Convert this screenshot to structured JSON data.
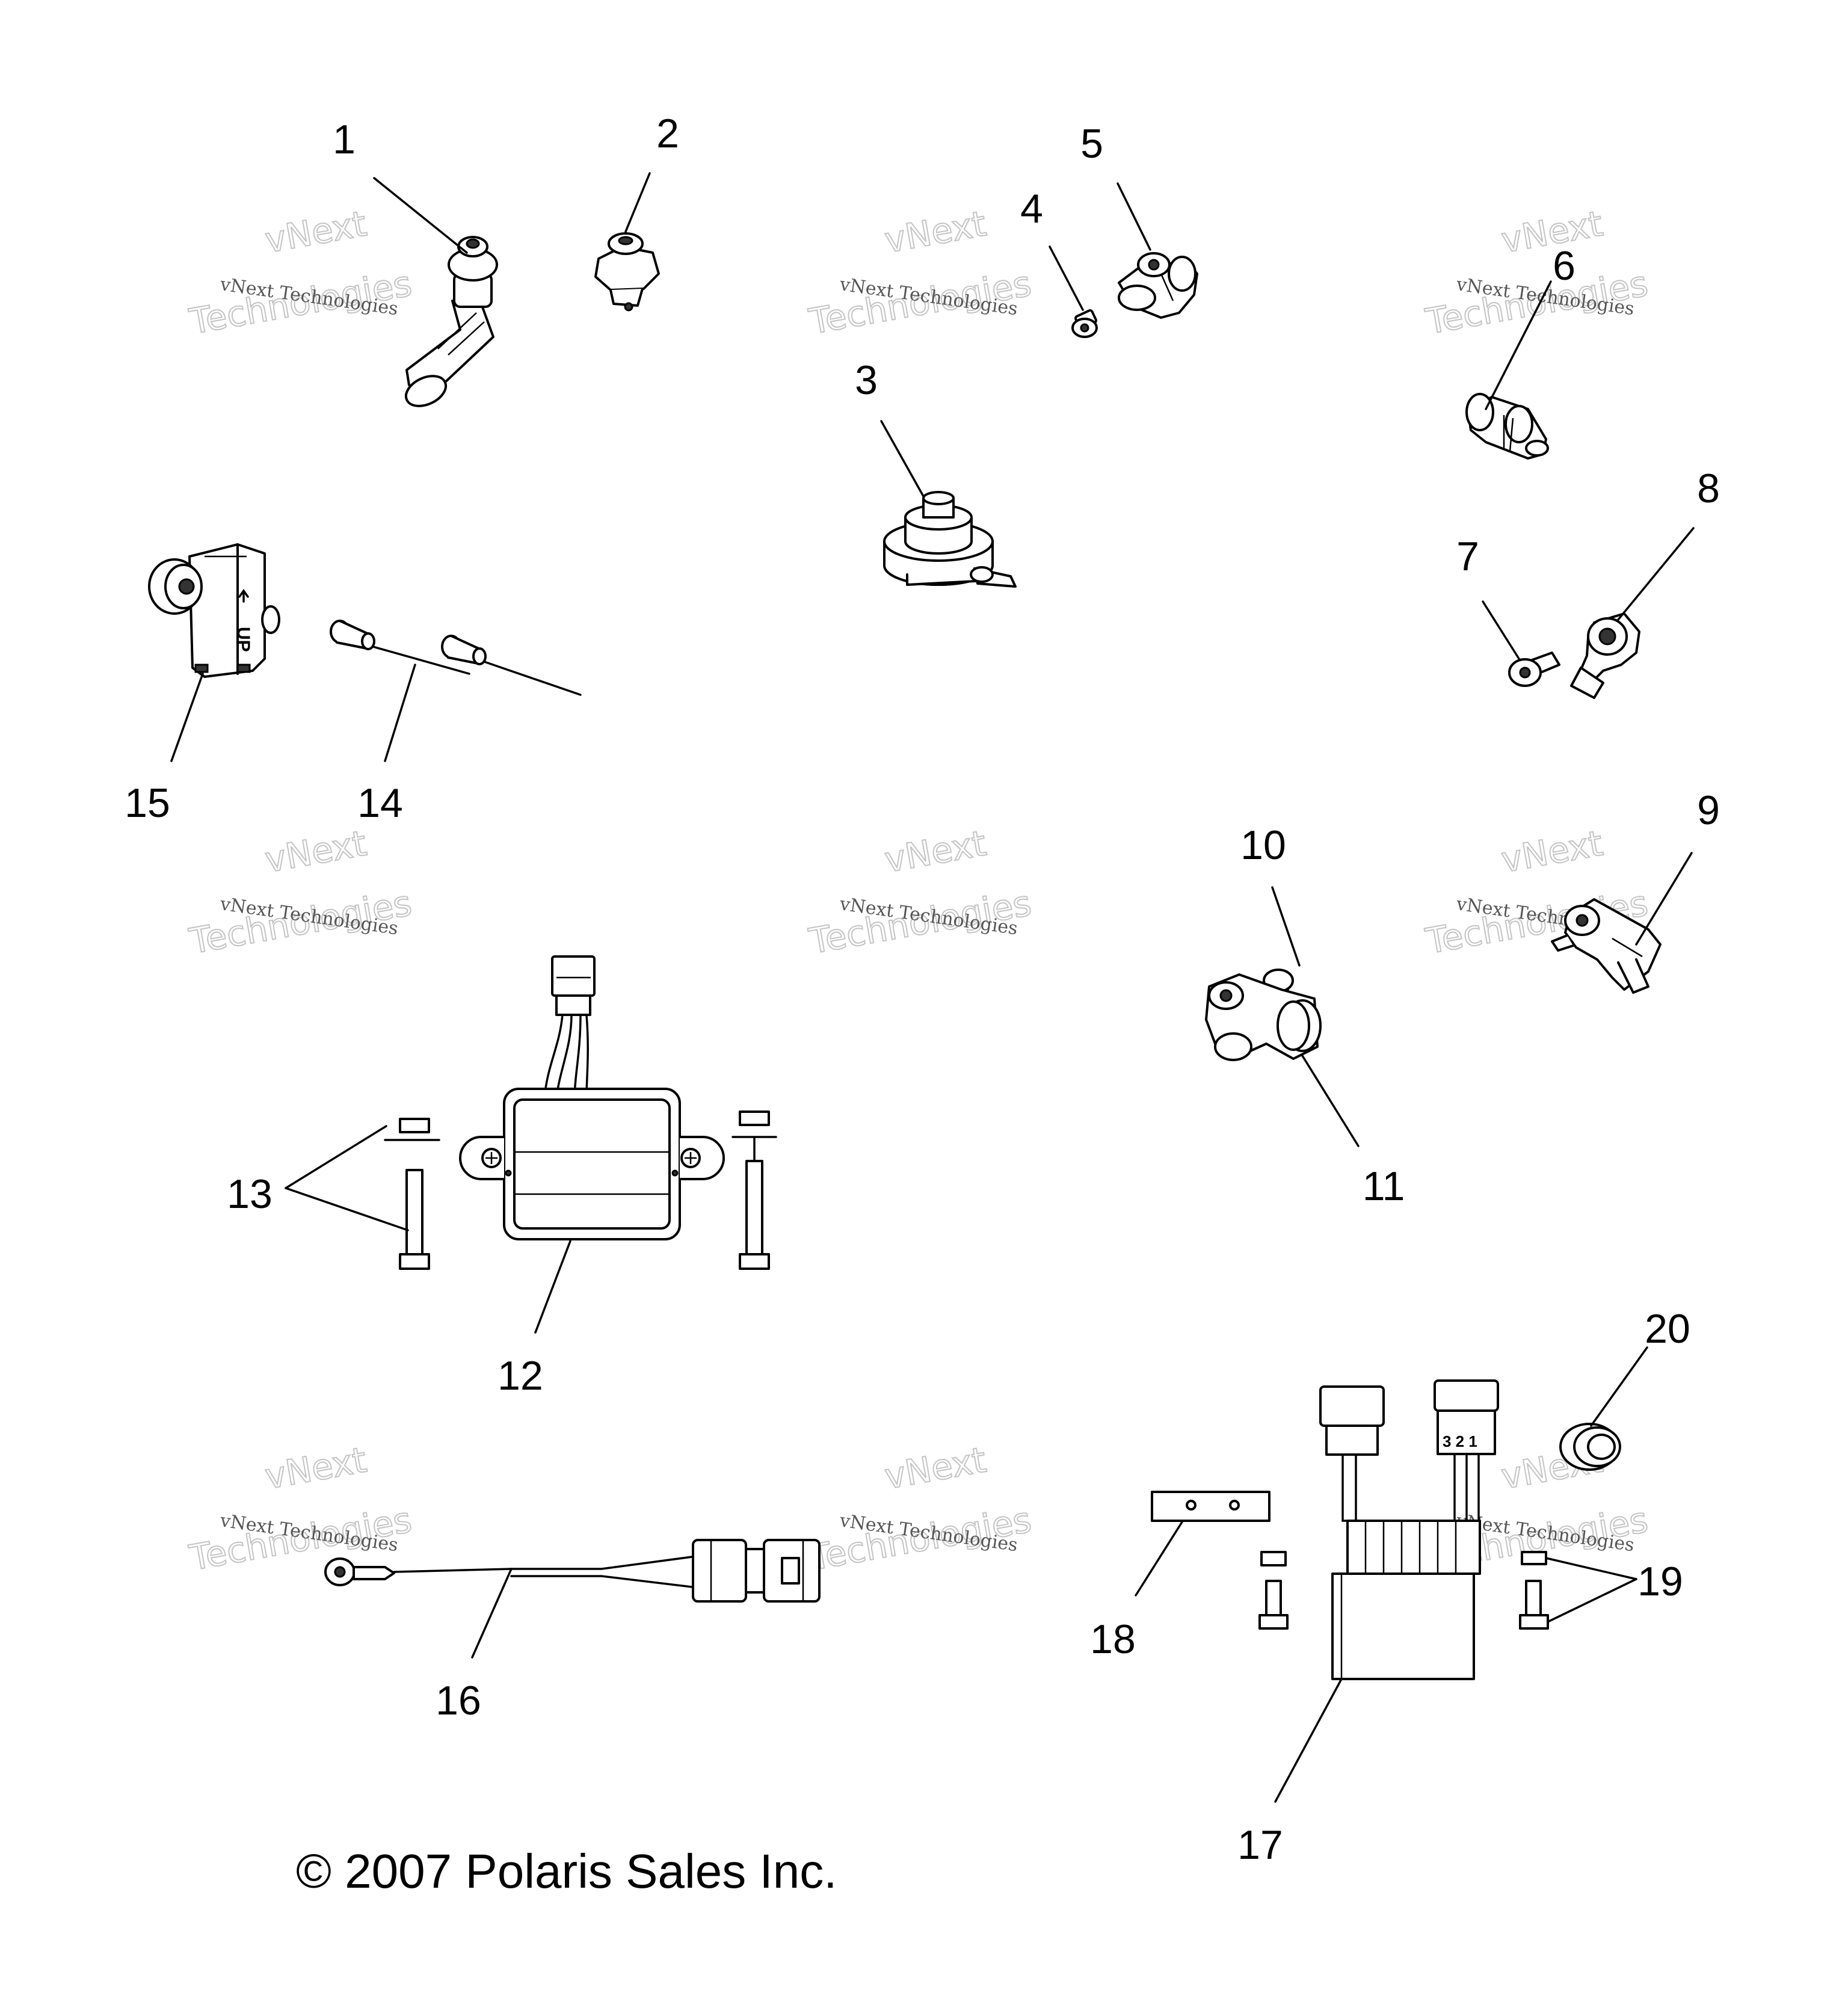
{
  "diagram": {
    "callouts": [
      {
        "id": "c1",
        "label": "1"
      },
      {
        "id": "c2",
        "label": "2"
      },
      {
        "id": "c3",
        "label": "3"
      },
      {
        "id": "c4",
        "label": "4"
      },
      {
        "id": "c5",
        "label": "5"
      },
      {
        "id": "c6",
        "label": "6"
      },
      {
        "id": "c7",
        "label": "7"
      },
      {
        "id": "c8",
        "label": "8"
      },
      {
        "id": "c9",
        "label": "9"
      },
      {
        "id": "c10",
        "label": "10"
      },
      {
        "id": "c11",
        "label": "11"
      },
      {
        "id": "c12",
        "label": "12"
      },
      {
        "id": "c13",
        "label": "13"
      },
      {
        "id": "c14",
        "label": "14"
      },
      {
        "id": "c15",
        "label": "15"
      },
      {
        "id": "c16",
        "label": "16"
      },
      {
        "id": "c17",
        "label": "17"
      },
      {
        "id": "c18",
        "label": "18"
      },
      {
        "id": "c19",
        "label": "19"
      },
      {
        "id": "c20",
        "label": "20"
      }
    ],
    "part_text": {
      "up_label": "UP",
      "pin_labels": "3 2 1"
    },
    "copyright": "© 2007 Polaris Sales Inc."
  },
  "watermark": {
    "line1": "vNext Technologies",
    "line2": "vNext",
    "line3": "Technologies"
  }
}
